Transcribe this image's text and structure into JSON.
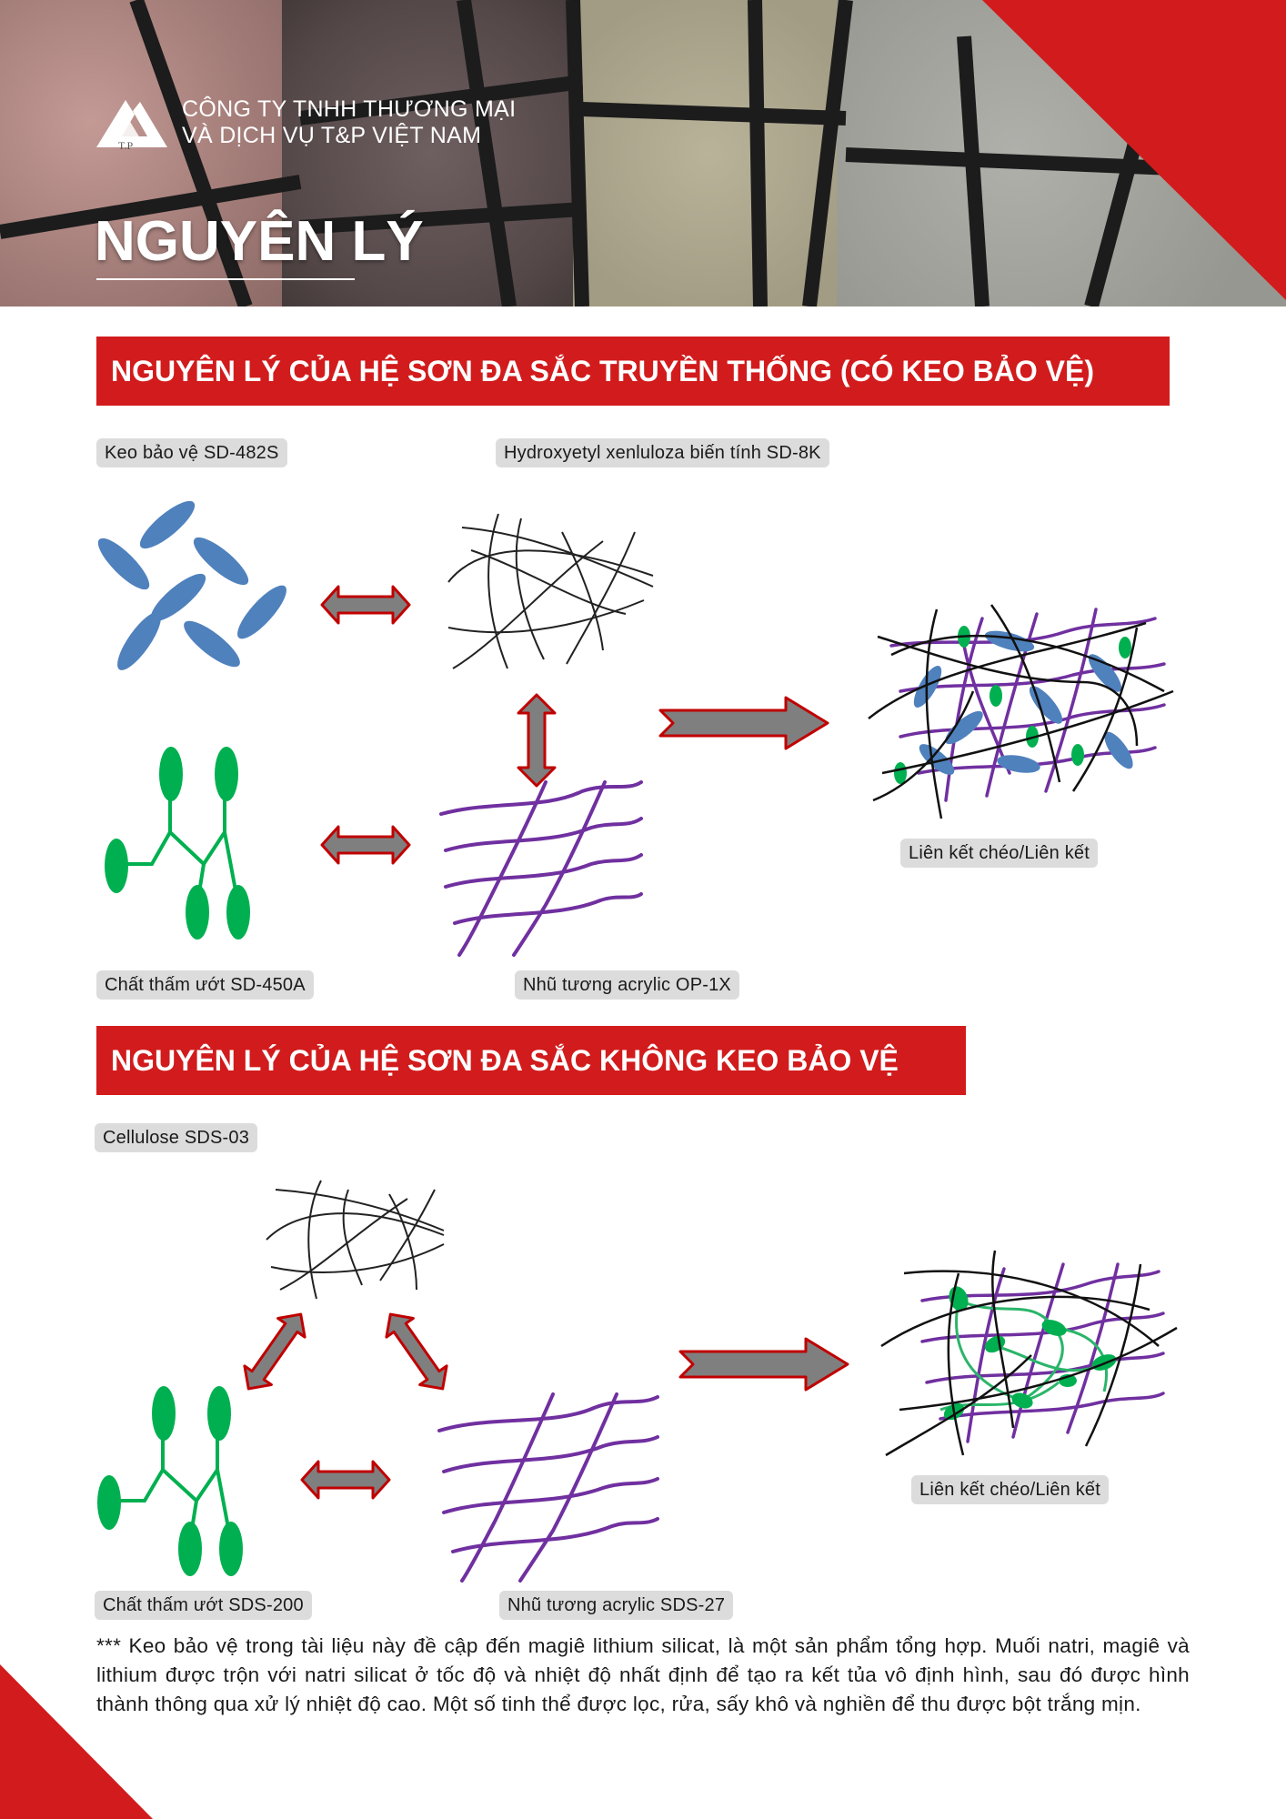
{
  "header": {
    "company_line1": "CÔNG TY TNHH THƯƠNG MẠI",
    "company_line2": "VÀ DỊCH VỤ T&P VIỆT NAM",
    "logo_text": "T.P",
    "title": "NGUYÊN LÝ"
  },
  "section1": {
    "heading": "NGUYÊN LÝ CỦA HỆ SƠN ĐA SẮC TRUYỀN THỐNG (CÓ KEO BẢO VỆ)",
    "label_protective_glue": "Keo bảo vệ SD-482S",
    "label_hydroxyethyl": "Hydroxyetyl xenluloza biến tính SD-8K",
    "label_wetting_agent": "Chất thấm ướt SD-450A",
    "label_emulsion": "Nhũ tương acrylic OP-1X",
    "label_result": "Liên kết chéo/Liên kết"
  },
  "section2": {
    "heading": "NGUYÊN LÝ CỦA HỆ SƠN ĐA SẮC KHÔNG KEO BẢO VỆ",
    "label_cellulose": "Cellulose SDS-03",
    "label_wetting_agent": "Chất thấm ướt SDS-200",
    "label_emulsion": "Nhũ tương acrylic SDS-27",
    "label_result": "Liên kết chéo/Liên kết"
  },
  "footnote": "*** Keo bảo vệ trong tài liệu này đề cập đến magiê lithium silicat, là một sản phẩm tổng hợp. Muối natri, magiê và lithium được trộn với natri silicat ở tốc độ và nhiệt độ nhất định để tạo ra kết tủa vô định hình, sau đó được hình thành thông qua xử lý nhiệt độ cao. Một số tinh thể được lọc, rửa, sấy khô và nghiền để thu được bột trắng mịn.",
  "colors": {
    "accent_red": "#d21b1c",
    "ellipse_blue": "#4f81bd",
    "wetting_green": "#00b050",
    "emulsion_purple": "#7030a0",
    "arrow_gray": "#7f7f7f",
    "pill_gray": "#dcdcdc"
  },
  "icons": [
    "logo-mountain-icon",
    "double-arrow-icon",
    "right-arrow-icon"
  ]
}
